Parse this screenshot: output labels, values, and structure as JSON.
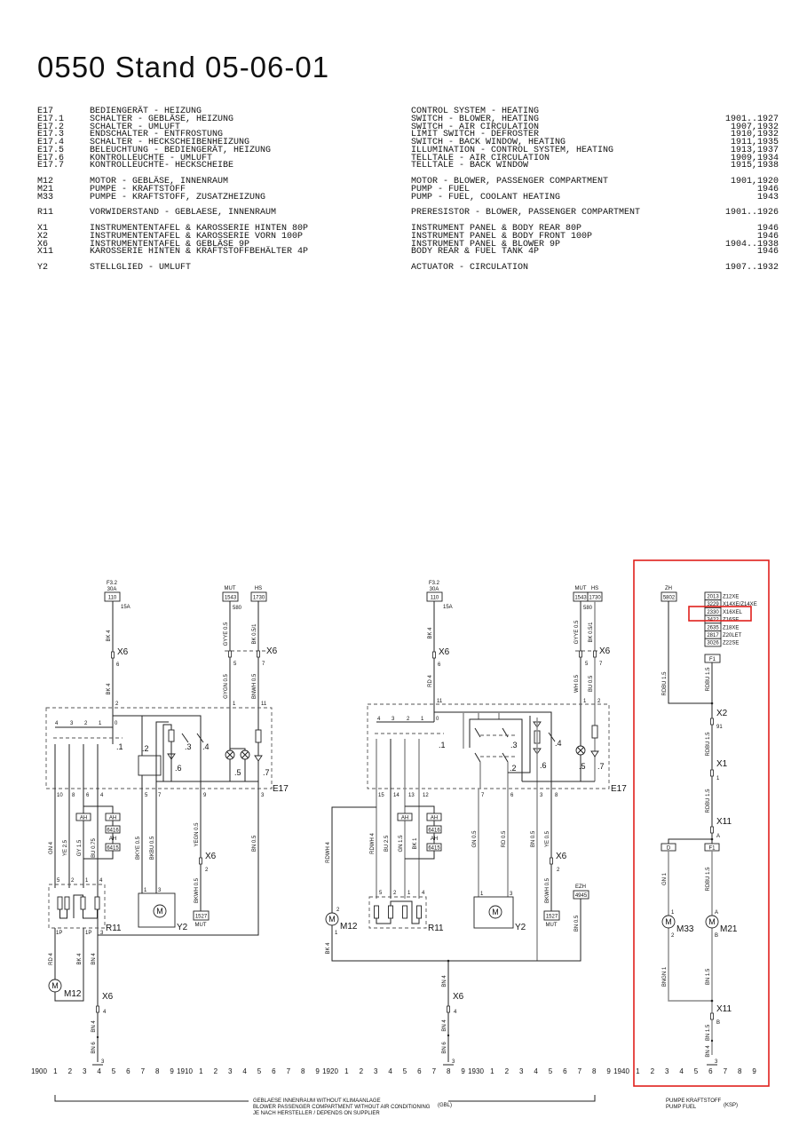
{
  "title": "0550 Stand 05-06-01",
  "legend": [
    [
      {
        "code": "E17",
        "de": "BEDIENGERÄT - HEIZUNG",
        "en": "CONTROL SYSTEM - HEATING",
        "ref": ""
      },
      {
        "code": "E17.1",
        "de": "SCHALTER - GEBLÄSE, HEIZUNG",
        "en": "SWITCH - BLOWER, HEATING",
        "ref": "1901..1927"
      },
      {
        "code": "E17.2",
        "de": "SCHALTER - UMLUFT",
        "en": "SWITCH - AIR CIRCULATION",
        "ref": "1907,1932"
      },
      {
        "code": "E17.3",
        "de": "ENDSCHALTER - ENTFROSTUNG",
        "en": "LIMIT SWITCH - DEFROSTER",
        "ref": "1910,1932"
      },
      {
        "code": "E17.4",
        "de": "SCHALTER - HECKSCHEIBENHEIZUNG",
        "en": "SWITCH - BACK WINDOW, HEATING",
        "ref": "1911,1935"
      },
      {
        "code": "E17.5",
        "de": "BELEUCHTUNG - BEDIENGERÄT, HEIZUNG",
        "en": "ILLUMINATION - CONTROL SYSTEM, HEATING",
        "ref": "1913,1937"
      },
      {
        "code": "E17.6",
        "de": "KONTROLLEUCHTE - UMLUFT",
        "en": "TELLTALE - AIR CIRCULATION",
        "ref": "1909,1934"
      },
      {
        "code": "E17.7",
        "de": "KONTROLLEUCHTE- HECKSCHEIBE",
        "en": "TELLTALE - BACK WINDOW",
        "ref": "1915,1938"
      }
    ],
    [
      {
        "code": "M12",
        "de": "MOTOR - GEBLÄSE, INNENRAUM",
        "en": "MOTOR - BLOWER, PASSENGER COMPARTMENT",
        "ref": "1901,1920"
      },
      {
        "code": "M21",
        "de": "PUMPE - KRAFTSTOFF",
        "en": "PUMP - FUEL",
        "ref": "1946"
      },
      {
        "code": "M33",
        "de": "PUMPE - KRAFTSTOFF, ZUSATZHEIZUNG",
        "en": "PUMP - FUEL, COOLANT HEATING",
        "ref": "1943"
      }
    ],
    [
      {
        "code": "R11",
        "de": "VORWIDERSTAND - GEBLAESE, INNENRAUM",
        "en": "PRERESISTOR - BLOWER, PASSENGER COMPARTMENT",
        "ref": "1901..1926"
      }
    ],
    [
      {
        "code": "X1",
        "de": "INSTRUMENTENTAFEL & KAROSSERIE HINTEN 80P",
        "en": "INSTRUMENT PANEL & BODY REAR 80P",
        "ref": "1946"
      },
      {
        "code": "X2",
        "de": "INSTRUMENTENTAFEL & KAROSSERIE VORN 100P",
        "en": "INSTRUMENT PANEL & BODY FRONT 100P",
        "ref": "1946"
      },
      {
        "code": "X6",
        "de": "INSTRUMENTENTAFEL & GEBLÄSE 9P",
        "en": "INSTRUMENT PANEL & BLOWER 9P",
        "ref": "1904..1938"
      },
      {
        "code": "X11",
        "de": "KAROSSERIE HINTEN & KRAFTSTOFFBEHÄLTER 4P",
        "en": "BODY REAR & FUEL TANK 4P",
        "ref": "1946"
      }
    ],
    [
      {
        "code": "Y2",
        "de": "STELLGLIED - UMLUFT",
        "en": "ACTUATOR - CIRCULATION",
        "ref": "1907..1932"
      }
    ]
  ],
  "diagram": {
    "motor_letter": "M",
    "highlight_color": "#e0201c",
    "left": [
      "F3.2",
      "30A",
      "110",
      "15A",
      "BK 4",
      "X6",
      "6",
      "BK 4",
      "2",
      "MUT",
      "1543",
      "HS",
      "1730",
      "580",
      "GYYE 0.5",
      "BK 0.5/1",
      "X6",
      "5",
      "7",
      "GYGN 0.5",
      "BNWH 0.5",
      "1",
      "11",
      "4",
      "3",
      "2",
      "1",
      "0",
      ".1",
      ".2",
      ".3",
      ".4",
      ".5",
      ".6",
      ".7",
      "E17",
      "10",
      "8",
      "6",
      "4",
      "5",
      "7",
      "9",
      "3",
      "GN 4",
      "YE 2.5",
      "GY 1.5",
      "BU 0.75",
      "AH",
      "AH",
      "6416",
      "AH",
      "6415",
      "BKYE 0.5",
      "BKBU 0.5",
      "YEGN 0.5",
      "X6",
      "2",
      "BKWH 0.5",
      "1527",
      "MUT",
      "BN 0.5",
      "5",
      "2",
      "1",
      "4",
      "R11",
      "1P",
      "1P",
      "3",
      "1",
      "3",
      "Y2",
      "RD 4",
      "BK 4",
      "BN 4",
      "M12",
      "X6",
      "4",
      "BN 4",
      "BN 6",
      "3"
    ],
    "mid": [
      "F3.2",
      "30A",
      "110",
      "15A",
      "BK 4",
      "X6",
      "6",
      "RD 4",
      "11",
      "MUT",
      "1543",
      "HS",
      "1730",
      "580",
      "GYYE 0.5",
      "BK 0.5/1",
      "X6",
      "5",
      "7",
      "WH 0.5",
      "BU 0.5",
      "1",
      "2",
      "4",
      "3",
      "2",
      "1",
      "0",
      ".1",
      ".3",
      ".2",
      ".6",
      ".4",
      ".5",
      ".7",
      "E17",
      "15",
      "14",
      "13",
      "12",
      "7",
      "6",
      "3",
      "8",
      "RDWH 4",
      "BU 2.5",
      "GN 1.5",
      "BK 1",
      "AH",
      "AH",
      "6416",
      "AH",
      "6415",
      "RDWH 4",
      "GN 0.5",
      "RD 0.5",
      "BN 0.5",
      "YE 0.5",
      "X6",
      "2",
      "BKWH 0.5",
      "1527",
      "MUT",
      "EZH",
      "4945",
      "BN 0.5",
      "5",
      "2",
      "1",
      "4",
      "R11",
      "1",
      "3",
      "Y2",
      "2",
      "M12",
      "1",
      "BK 4",
      "BN 4",
      "X6",
      "4",
      "BN 4",
      "BN 6",
      "3"
    ],
    "right": [
      "ZH",
      "5802",
      "2013",
      "3229",
      "2330",
      "3422",
      "2635",
      "2817",
      "3026",
      "Z12XE",
      "X14XE/Z14XE",
      "X16XEL",
      "Z16SE",
      "Z18XE",
      "Z20LET",
      "Z22SE",
      "F1",
      "RDBU 1.5",
      "RDBU 1.5",
      "X2",
      "91",
      "RDBU 1.5",
      "X1",
      "1",
      "RDBU 1.5",
      "X11",
      "A",
      "D",
      "F1",
      "GN 1",
      "RDBU 1.5",
      "1",
      "M33",
      "2",
      "A",
      "M21",
      "B",
      "BNGN 1",
      "BN 1.5",
      "X11",
      "B",
      "BN 1.5",
      "BN 4",
      "3"
    ]
  },
  "scale": [
    "1900",
    "1",
    "2",
    "3",
    "4",
    "5",
    "6",
    "7",
    "8",
    "9",
    "1910",
    "1",
    "2",
    "3",
    "4",
    "5",
    "6",
    "7",
    "8",
    "9",
    "1920",
    "1",
    "2",
    "3",
    "4",
    "5",
    "6",
    "7",
    "8",
    "9",
    "1930",
    "1",
    "2",
    "3",
    "4",
    "5",
    "6",
    "7",
    "8",
    "9",
    "1940",
    "1",
    "2",
    "3",
    "4",
    "5",
    "6",
    "7",
    "8",
    "9"
  ],
  "footer": {
    "left_lines": [
      "GEBLAESE INNENRAUM WITHOUT KLIMAANLAGE",
      "BLOWER PASSENGER COMPARTMENT WITHOUT AIR CONDITIONING",
      "JE NACH HERSTELLER / DEPENDS ON SUPPLIER"
    ],
    "left_code": "(GBL)",
    "right_lines": [
      "PUMPE KRAFTSTOFF",
      "PUMP FUEL"
    ],
    "right_code": "(KSP)"
  }
}
